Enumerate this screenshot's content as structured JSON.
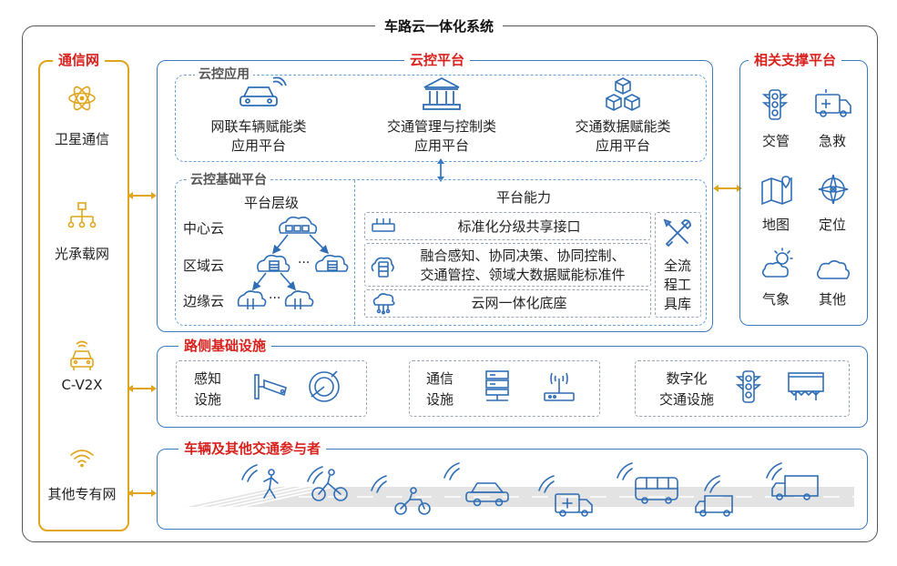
{
  "title": "车路云一体化系统",
  "left_panel": {
    "title": "通信网",
    "items": [
      {
        "label": "卫星通信",
        "icon": "atom-icon"
      },
      {
        "label": "光承载网",
        "icon": "network-tree-icon"
      },
      {
        "label": "C-V2X",
        "icon": "connected-car-icon"
      },
      {
        "label": "其他专有网",
        "icon": "wifi-icon"
      }
    ]
  },
  "cloud_platform": {
    "title": "云控平台",
    "apps": {
      "title": "云控应用",
      "items": [
        {
          "line1": "网联车辆赋能类",
          "line2": "应用平台",
          "icon": "connected-car-icon"
        },
        {
          "line1": "交通管理与控制类",
          "line2": "应用平台",
          "icon": "government-building-icon"
        },
        {
          "line1": "交通数据赋能类",
          "line2": "应用平台",
          "icon": "cubes-icon"
        }
      ]
    },
    "base": {
      "title": "云控基础平台",
      "levels_title": "平台层级",
      "levels": [
        "中心云",
        "区域云",
        "边缘云"
      ],
      "ellipsis": "···",
      "abilities_title": "平台能力",
      "abilities": [
        {
          "text": "标准化分级共享接口"
        },
        {
          "line1": "融合感知、协同决策、协同控制、",
          "line2": "交通管控、领域大数据赋能标准件"
        },
        {
          "text": "云网一体化底座"
        }
      ],
      "toolbox": [
        "全流",
        "程工",
        "具库"
      ]
    }
  },
  "support_platform": {
    "title": "相关支撑平台",
    "items": [
      {
        "label": "交管",
        "icon": "traffic-light-icon"
      },
      {
        "label": "急救",
        "icon": "ambulance-icon"
      },
      {
        "label": "地图",
        "icon": "map-icon"
      },
      {
        "label": "定位",
        "icon": "compass-icon"
      },
      {
        "label": "气象",
        "icon": "weather-icon"
      },
      {
        "label": "其他",
        "icon": "cloud-icon"
      }
    ]
  },
  "roadside": {
    "title": "路侧基础设施",
    "groups": [
      {
        "line1": "感知",
        "line2": "设施"
      },
      {
        "line1": "通信",
        "line2": "设施"
      },
      {
        "line1": "数字化",
        "line2": "交通设施"
      }
    ]
  },
  "vehicles": {
    "title": "车辆及其他交通参与者"
  },
  "colors": {
    "accent_red": "#d8211d",
    "blue": "#3a7bbf",
    "gold": "#e0a51c",
    "icon_blue": "#2f6db5"
  }
}
